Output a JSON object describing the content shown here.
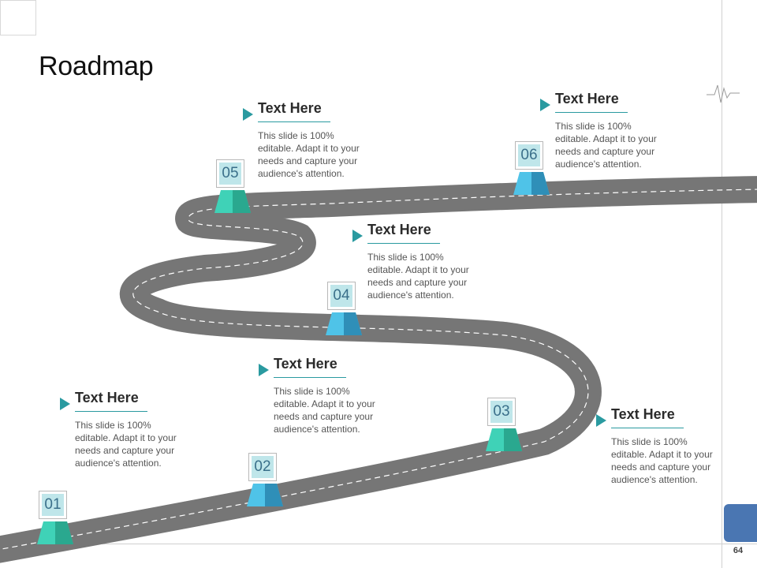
{
  "slide": {
    "title": "Roadmap",
    "page_number": "64"
  },
  "colors": {
    "road": "#7a7a7a",
    "accent": "#2a9aa0",
    "marker_green": "#3fd2b7",
    "marker_blue": "#4fc3e8",
    "tab": "#4a76b2"
  },
  "milestones": [
    {
      "number": "01",
      "heading": "Text Here",
      "body": "This slide is 100% editable. Adapt it to your needs and capture your audience's attention."
    },
    {
      "number": "02",
      "heading": "Text Here",
      "body": "This slide is 100% editable. Adapt it to your needs and capture your audience's attention."
    },
    {
      "number": "03",
      "heading": "Text Here",
      "body": "This slide is 100% editable. Adapt it to your needs and capture your audience's attention."
    },
    {
      "number": "04",
      "heading": "Text Here",
      "body": "This slide is 100% editable. Adapt it to your needs and capture your audience's attention."
    },
    {
      "number": "05",
      "heading": "Text Here",
      "body": "This slide is 100% editable. Adapt it to your needs and capture your audience's attention."
    },
    {
      "number": "06",
      "heading": "Text Here",
      "body": "This slide is 100% editable. Adapt it to your needs and capture your audience's attention."
    }
  ]
}
